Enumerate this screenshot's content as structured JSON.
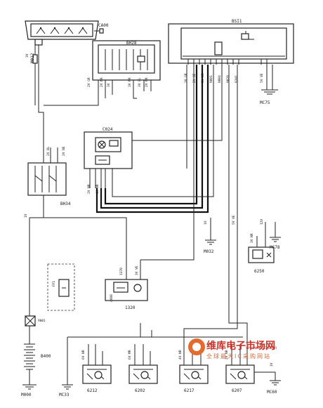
{
  "colors": {
    "wire": "#222222",
    "watermark": "#c8372d",
    "watermark_logo": "#e46b2d"
  },
  "components": {
    "ca00": "CA00",
    "bh28": "BH28",
    "bsi1": "BSI1",
    "bh34": "BH34",
    "c024": "C024",
    "b400": "B400",
    "n1320": "1320",
    "n6250": "6250",
    "n6212": "6212",
    "n6202": "6202",
    "n6217": "6217",
    "n6207": "6207",
    "n1370": "1370",
    "v4888": "4888"
  },
  "grounds": {
    "mc75": "MC75",
    "mc78": "MC78",
    "mc33": "MC33",
    "mc60": "MC60",
    "m000": "M000",
    "m012": "M012",
    "m032": "M032"
  },
  "wire_labels": {
    "w3v_ca00": "3V",
    "w3v_bh28": "3V",
    "w2v_gr": "2V GR",
    "w2v_nr": "2V NR",
    "w2v_be": "2V BE",
    "w3v_nr": "3V NR",
    "w3v_bl": "3V BL",
    "w2v_bl": "2V BL",
    "w1v": "1V",
    "w6v_nr": "6V NR",
    "w6v_mr": "6V MR",
    "w4v_nr": "4V NR",
    "w3v_nr_b": "3V NR",
    "w5v_ve": "5V VE",
    "w1v_b": "1V",
    "w2v_nr_b": "2V NR",
    "w12v": "12V",
    "w3v_ve": "3V VE",
    "w9001": "9001",
    "w2v_nr_c": "2V NR",
    "w1v_c": "1V"
  },
  "fuse_label": "FF1",
  "watermark": {
    "main": "维库电子市场网",
    "url": "www.dzsc.com",
    "sub": "全球最大IC采购网站"
  }
}
